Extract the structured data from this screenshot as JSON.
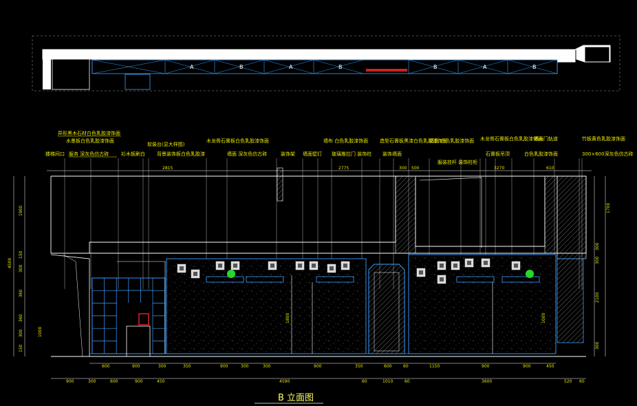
{
  "title": "B 立面图",
  "plan_strip": {
    "segment_labels": [
      "A",
      "B",
      "A",
      "B",
      "B",
      "A",
      "B"
    ]
  },
  "annotations": {
    "row1": [
      "异形黑木石材白色乳胶漆饰面",
      "水墨板白色乳胶漆饰面",
      "木龙骨石膏板白色乳胶漆饰面",
      "墙布 白色乳胶漆饰面",
      "造型石膏板黑漆白色乳胶漆饰面",
      "墙面 白色乳胶漆饰面",
      "木龙骨石膏板白色乳胶漆饰面",
      "墙面门轨道",
      "竹板黄色乳胶漆饰面"
    ],
    "row2": [
      "楼梯间口",
      "服务 深灰色仿古砖",
      "衫木板刷白",
      "软装台(显大样图)",
      "背景装饰板白色乳胶漆",
      "墙面 深灰色仿古砖",
      "装饰架",
      "墙面壁灯",
      "玻璃推拉门 装饰柱",
      "装饰墙面",
      "服装挂杆 装饰柱柜",
      "石膏板吊顶",
      "白色乳胶漆饰面",
      "300×600深灰色仿古砖"
    ]
  },
  "dimensions": {
    "top": [
      "2815",
      "2775",
      "300",
      "500",
      "3270",
      "610"
    ],
    "bottom_row1": [
      "600",
      "900",
      "300",
      "350",
      "900",
      "300",
      "300",
      "900",
      "350",
      "600",
      "60",
      "1150",
      "900",
      "900",
      "450"
    ],
    "bottom_row2": [
      "900",
      "300",
      "600",
      "900",
      "450",
      "4590",
      "60",
      "1010",
      "60",
      "3600",
      "520",
      "60"
    ],
    "left": [
      "4500",
      "1900",
      "150",
      "300",
      "360",
      "360",
      "300",
      "150"
    ],
    "right": [
      "1700",
      "300",
      "300",
      "2100",
      "300"
    ],
    "inner": [
      "1000",
      "1800",
      "1000"
    ]
  }
}
